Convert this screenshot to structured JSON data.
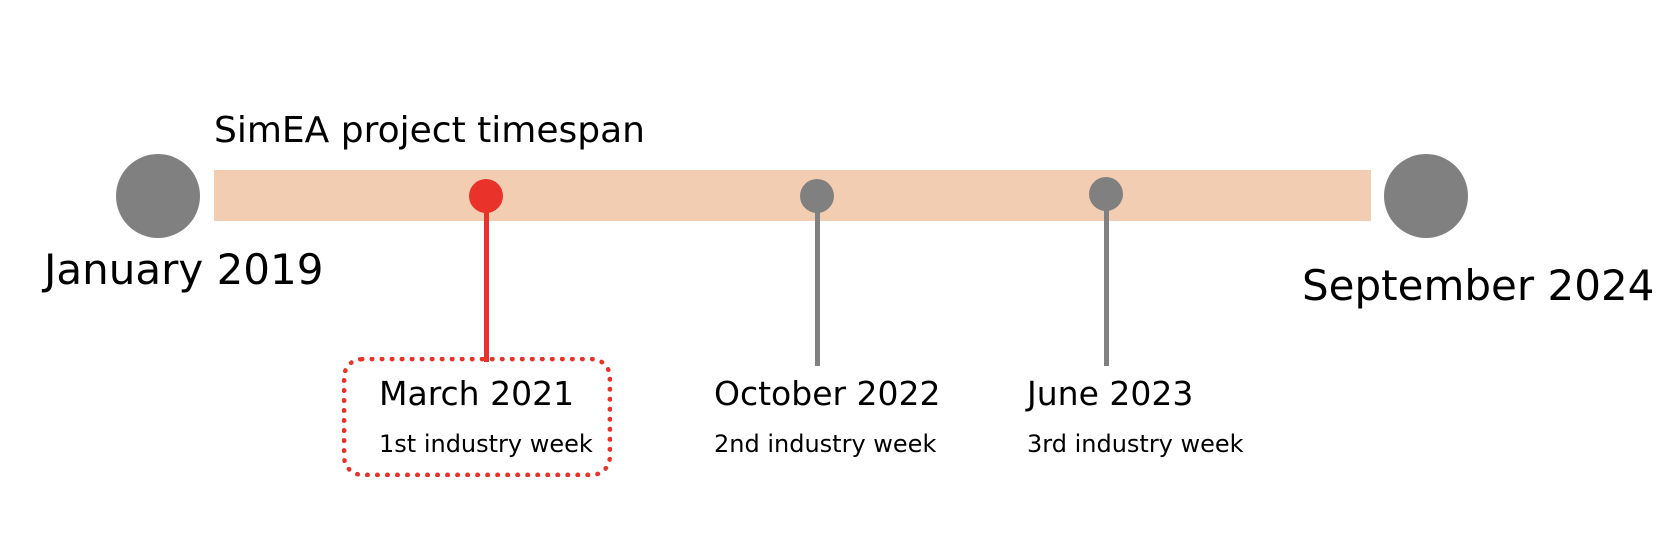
{
  "title": "SimEA project timespan",
  "start": {
    "label": "January 2019"
  },
  "end": {
    "label": "September 2024"
  },
  "milestones": [
    {
      "date": "March 2021",
      "description": "1st industry week",
      "highlighted": true
    },
    {
      "date": "October 2022",
      "description": "2nd industry week",
      "highlighted": false
    },
    {
      "date": "June 2023",
      "description": "3rd industry week",
      "highlighted": false
    }
  ],
  "colors": {
    "bar": "#f2cdb1",
    "endpoint": "#808080",
    "marker": "#808080",
    "highlight": "#e8322a"
  }
}
